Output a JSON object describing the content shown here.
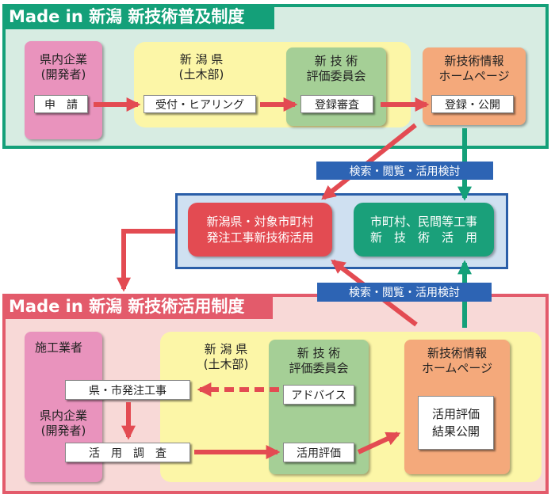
{
  "top_system": {
    "title": "Made in 新潟 新技術普及制度",
    "applicant": "県内企業\n(開発者)",
    "apply": "申　請",
    "prefecture": "新 潟 県\n(土木部)",
    "receive": "受付・ヒアリング",
    "committee": "新 技 術\n評価委員会",
    "register_review": "登録審査",
    "homepage": "新技術情報\nホームページ",
    "register_publish": "登録・公開"
  },
  "search_bar_label": "検索・閲覧・活用検討",
  "middle": {
    "prefecture_use": "新潟県・対象市町村\n発注工事新技術活用",
    "municipal_use": "市町村、民間等工事\n新　技　術　活　用"
  },
  "bottom_system": {
    "title": "Made in 新潟 新技術活用制度",
    "contractor": "施工業者",
    "applicant": "県内企業\n(開発者)",
    "prefecture": "新 潟 県\n(土木部)",
    "order_work": "県・市発注工事",
    "usage_survey": "活　用　調　査",
    "committee": "新 技 術\n評価委員会",
    "advice": "アドバイス",
    "usage_eval": "活用評価",
    "homepage": "新技術情報\nホームページ",
    "result_publish": "活用評価\n結果公開"
  },
  "colors": {
    "green": "#14a079",
    "red": "#e34b52",
    "blue": "#2d64b4"
  }
}
